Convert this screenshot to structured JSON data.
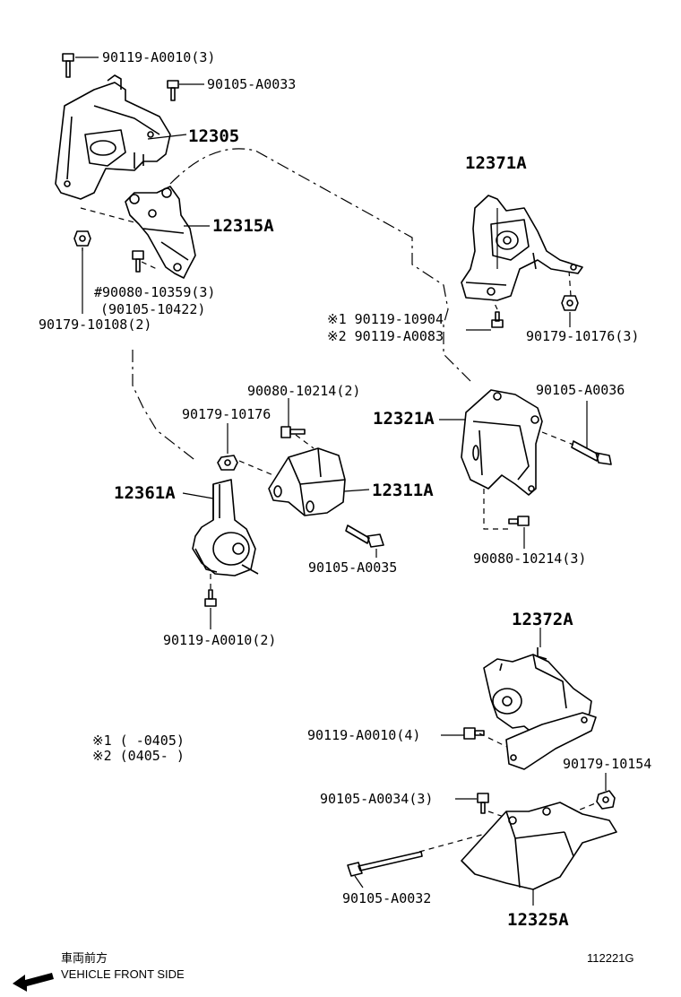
{
  "parts": {
    "p12305": "12305",
    "p12371A": "12371A",
    "p12315A": "12315A",
    "p12321A": "12321A",
    "p12311A": "12311A",
    "p12361A": "12361A",
    "p12372A": "12372A",
    "p12325A": "12325A"
  },
  "fasteners": {
    "f90119_A0010_3": "90119-A0010(3)",
    "f90105_A0033": "90105-A0033",
    "f90080_10359_3": "#90080-10359(3)",
    "f90105_10422": "(90105-10422)",
    "f90179_10108_2": "90179-10108(2)",
    "f90119_10904": "※1 90119-10904",
    "f90119_A0083": "※2 90119-A0083",
    "f90179_10176_3": "90179-10176(3)",
    "f90080_10214_2": "90080-10214(2)",
    "f90179_10176": "90179-10176",
    "f90105_A0036": "90105-A0036",
    "f90105_A0035": "90105-A0035",
    "f90080_10214_3": "90080-10214(3)",
    "f90119_A0010_2": "90119-A0010(2)",
    "f90119_A0010_4": "90119-A0010(4)",
    "f90179_10154": "90179-10154",
    "f90105_A0034_3": "90105-A0034(3)",
    "f90105_A0032": "90105-A0032"
  },
  "notes": {
    "note1": "※1 (      -0405)",
    "note2": "※2 (0405-      )"
  },
  "footer": {
    "jp_label": "車両前方",
    "en_label": "VEHICLE FRONT SIDE",
    "diagram_code": "112221G"
  }
}
